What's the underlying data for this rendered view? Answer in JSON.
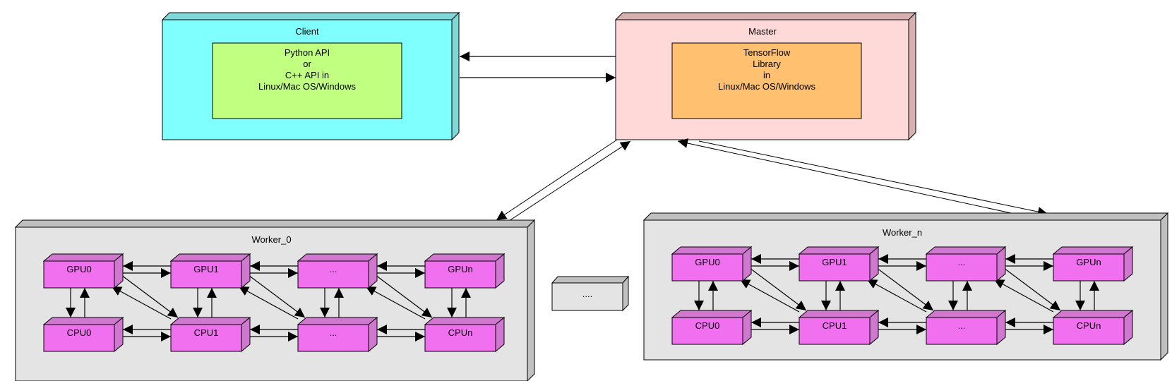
{
  "diagram": {
    "client": {
      "title": "Client",
      "inner_lines": [
        "Python API",
        "or",
        "C++ API in",
        "Linux/Mac OS/Windows"
      ]
    },
    "master": {
      "title": "Master",
      "inner_lines": [
        "TensorFlow",
        "Library",
        "in",
        "Linux/Mac OS/Windows"
      ]
    },
    "workers": [
      {
        "title": "Worker_0",
        "gpu_row": [
          "GPU0",
          "GPU1",
          "...",
          "GPUn"
        ],
        "cpu_row": [
          "CPU0",
          "CPU1",
          "...",
          "CPUn"
        ]
      },
      {
        "title": "Worker_n",
        "gpu_row": [
          "GPU0",
          "GPU1",
          "...",
          "GPUn"
        ],
        "cpu_row": [
          "CPU0",
          "CPU1",
          "...",
          "CPUn"
        ]
      }
    ],
    "ellipsis_box": {
      "label": "...."
    },
    "connections": [
      {
        "from": "master",
        "to": "client",
        "direction": "bidirectional"
      },
      {
        "from": "master",
        "to": "worker_0",
        "direction": "bidirectional"
      },
      {
        "from": "master",
        "to": "worker_n",
        "direction": "bidirectional"
      }
    ],
    "colors": {
      "client_fill": "#80FFFF",
      "client_top": "#80D8D8",
      "client_inner": "#C0FF80",
      "master_fill": "#FFD8D8",
      "master_top": "#D8B0B0",
      "master_inner": "#FFC070",
      "worker_fill": "#E4E4E4",
      "worker_top": "#C0C0C0",
      "device_fill": "#F070F0",
      "device_top": "#D078D0",
      "arrow": "#000000"
    }
  }
}
